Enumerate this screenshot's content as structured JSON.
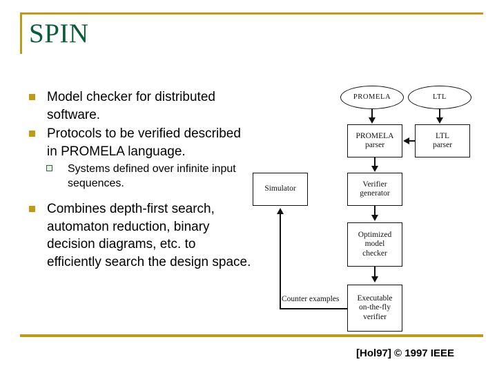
{
  "slide": {
    "title": "SPIN",
    "accent_gold": "#bf9a14",
    "title_green": "#0a5c38"
  },
  "bullets": [
    {
      "level": 1,
      "text": "Model checker for distributed software."
    },
    {
      "level": 1,
      "text": "Protocols to be verified described in PROMELA language."
    },
    {
      "level": 2,
      "text": "Systems defined over infinite input sequences."
    },
    {
      "level": 1,
      "text": "Combines depth-first search, automaton reduction, binary decision diagrams, etc. to efficiently search the design space."
    }
  ],
  "diagram": {
    "nodes": [
      {
        "id": "promela-source",
        "shape": "ellipse",
        "label": "PROMELA"
      },
      {
        "id": "ltl-source",
        "shape": "ellipse",
        "label": "LTL"
      },
      {
        "id": "promela-parser",
        "shape": "box",
        "label": "PROMELA\nparser"
      },
      {
        "id": "ltl-parser",
        "shape": "box",
        "label": "LTL\nparser"
      },
      {
        "id": "simulator",
        "shape": "box",
        "label": "Simulator"
      },
      {
        "id": "verifier-generator",
        "shape": "box",
        "label": "Verifier\ngenerator"
      },
      {
        "id": "optimized-model-checker",
        "shape": "box",
        "label": "Optimized\nmodel\nchecker"
      },
      {
        "id": "executable-verifier",
        "shape": "box",
        "label": "Executable\non-the-fly\nverifier"
      }
    ],
    "edge_labels": [
      {
        "id": "counter-examples",
        "label": "Counter examples"
      }
    ]
  },
  "footer": {
    "credit": "[Hol97] © 1997 IEEE"
  }
}
